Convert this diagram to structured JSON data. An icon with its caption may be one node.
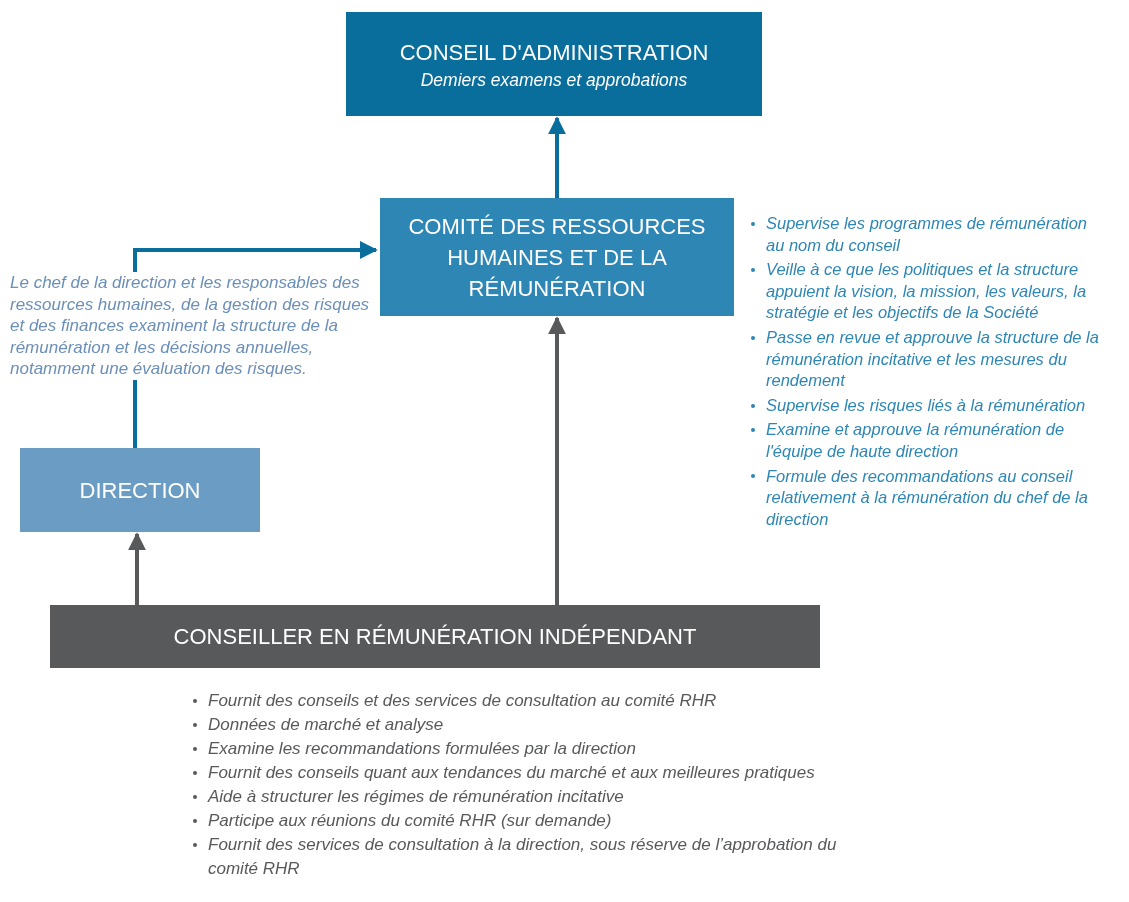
{
  "diagram": {
    "nodes": [
      {
        "text": [
          "CONSEIL D'ADMINISTRATION",
          "Demiers examens et approbations"
        ]
      },
      {
        "text": [
          "COMITÉ DES RESSOURCES HUMAINES ET DE LA RÉMUNÉRATION"
        ],
        "beside": [
          "Supervise les programmes de rémunération au nom du conseil",
          "Veille à ce que les politiques et la structure appuient la vision, la mission, les valeurs, la stratégie et les objectifs de la Société",
          "Passe en revue et approuve la structure de la rémunération incitative et les mesures du rendement",
          "Supervise les risques liés à la rémunération",
          "Examine et approuve la rémunération de l'équipe de haute direction",
          "Formule des recommandations au conseil relativement à la rémunération du chef de la direction"
        ]
      },
      {
        "text": [
          "DIRECTION"
        ]
      },
      {
        "text": [
          "CONSEILLER EN RÉMUNÉRATION INDÉPENDANT"
        ],
        "beside": [
          "Fournit des conseils et des services de consultation au comité RHR",
          "Données de marché et analyse",
          "Examine les recommandations formulées par la direction",
          "Fournit des conseils quant aux tendances du marché et aux meilleures pratiques",
          "Aide à structurer les régimes de rémunération incitative",
          "Participe aux réunions du comité RHR (sur demande)",
          "Fournit des services de consultation à la direction, sous réserve de l’approbation du comité RHR"
        ]
      }
    ],
    "edges": [
      {
        "from": 1,
        "to": 0,
        "arrow": "to",
        "color": "#0a6e9c"
      },
      {
        "from": 2,
        "to": 1,
        "arrow": "to",
        "color": "#0a6e9c",
        "label": "Le chef de la direction et les responsables des ressources humaines, de la gestion des risques et des finances examinent la structure de la rémunération et les décisions annuelles, notamment une évaluation des risques."
      },
      {
        "from": 3,
        "to": 2,
        "arrow": "to",
        "color": "#58595b"
      },
      {
        "from": 3,
        "to": 1,
        "arrow": "to",
        "color": "#58595b"
      }
    ]
  }
}
